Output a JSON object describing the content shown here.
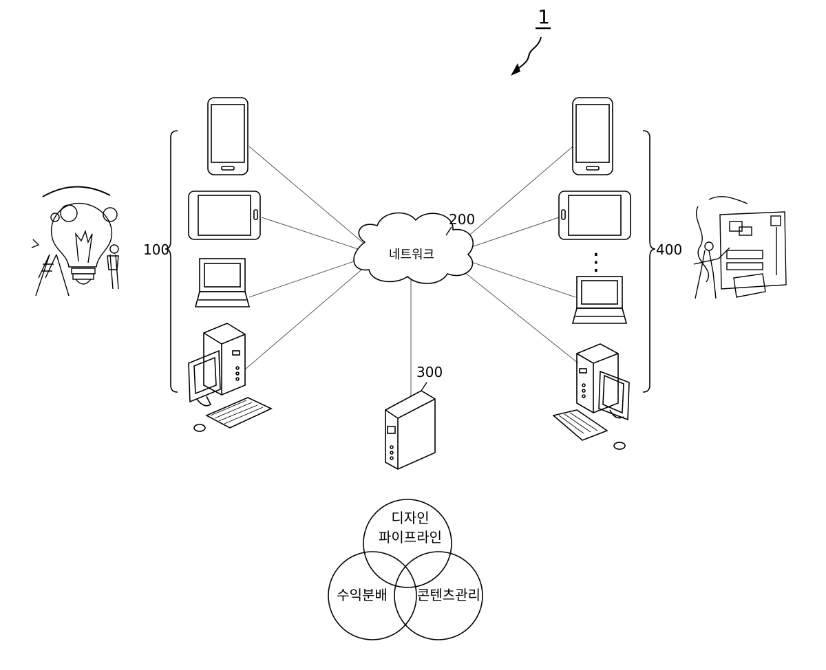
{
  "figure_ref": "1",
  "labels": {
    "group_left": "100",
    "network_ref": "200",
    "server_ref": "300",
    "group_right": "400",
    "network_text": "네트워크"
  },
  "venn": {
    "top_line1": "디자인",
    "top_line2": "파이프라인",
    "left": "수익분배",
    "right": "콘텐츠관리"
  },
  "ellipsis": "⋮"
}
